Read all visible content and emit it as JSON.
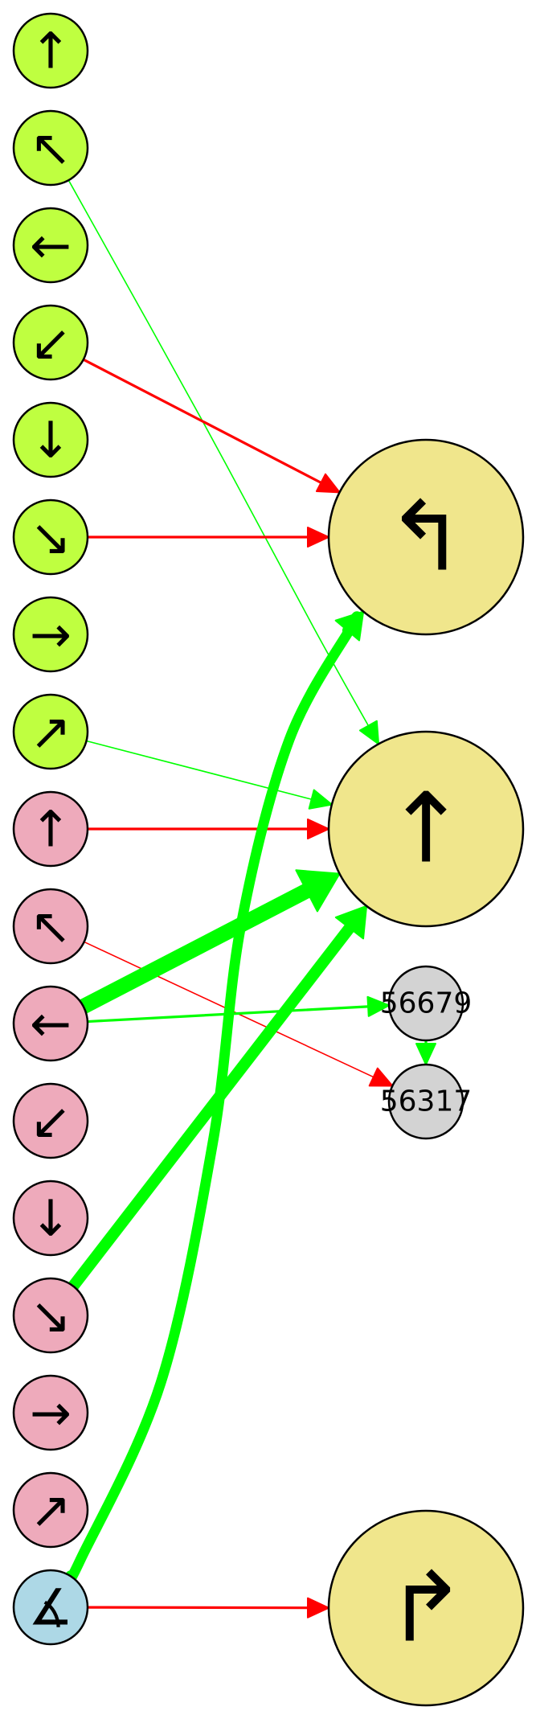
{
  "colors": {
    "green_node": "#bfff40",
    "pink_node": "#eeaabb",
    "blue_node": "#add8e6",
    "big_node": "#f0e68c",
    "gray_node": "#d3d3d3",
    "edge_green": "#00ff00",
    "edge_red": "#ff0000",
    "stroke": "#000000"
  },
  "left_nodes": [
    {
      "id": "g0",
      "glyph": "↑",
      "color": "green_node"
    },
    {
      "id": "g1",
      "glyph": "↖",
      "color": "green_node"
    },
    {
      "id": "g2",
      "glyph": "←",
      "color": "green_node"
    },
    {
      "id": "g3",
      "glyph": "↙",
      "color": "green_node"
    },
    {
      "id": "g4",
      "glyph": "↓",
      "color": "green_node"
    },
    {
      "id": "g5",
      "glyph": "↘",
      "color": "green_node"
    },
    {
      "id": "g6",
      "glyph": "→",
      "color": "green_node"
    },
    {
      "id": "g7",
      "glyph": "↗",
      "color": "green_node"
    },
    {
      "id": "p0",
      "glyph": "↑",
      "color": "pink_node"
    },
    {
      "id": "p1",
      "glyph": "↖",
      "color": "pink_node"
    },
    {
      "id": "p2",
      "glyph": "←",
      "color": "pink_node"
    },
    {
      "id": "p3",
      "glyph": "↙",
      "color": "pink_node"
    },
    {
      "id": "p4",
      "glyph": "↓",
      "color": "pink_node"
    },
    {
      "id": "p5",
      "glyph": "↘",
      "color": "pink_node"
    },
    {
      "id": "p6",
      "glyph": "→",
      "color": "pink_node"
    },
    {
      "id": "p7",
      "glyph": "↗",
      "color": "pink_node"
    },
    {
      "id": "b0",
      "glyph": "∡",
      "color": "blue_node"
    }
  ],
  "big_nodes": [
    {
      "id": "turn_left",
      "glyph": "↰"
    },
    {
      "id": "straight",
      "glyph": "↑"
    },
    {
      "id": "turn_right",
      "glyph": "↱"
    }
  ],
  "small_nodes": [
    {
      "id": "n56679",
      "label": "56679"
    },
    {
      "id": "n56317",
      "label": "56317"
    }
  ],
  "edges": [
    {
      "from": "g1",
      "to": "straight",
      "color": "edge_green",
      "weight": 1
    },
    {
      "from": "g3",
      "to": "turn_left",
      "color": "edge_red",
      "weight": 2
    },
    {
      "from": "g5",
      "to": "turn_left",
      "color": "edge_red",
      "weight": 2
    },
    {
      "from": "g7",
      "to": "straight",
      "color": "edge_green",
      "weight": 1
    },
    {
      "from": "p0",
      "to": "straight",
      "color": "edge_red",
      "weight": 2
    },
    {
      "from": "p1",
      "to": "n56317",
      "color": "edge_red",
      "weight": 1
    },
    {
      "from": "p2",
      "to": "straight",
      "color": "edge_green",
      "weight": 12
    },
    {
      "from": "p2",
      "to": "n56679",
      "color": "edge_green",
      "weight": 2
    },
    {
      "from": "p5",
      "to": "straight",
      "color": "edge_green",
      "weight": 9
    },
    {
      "from": "b0",
      "to": "turn_left",
      "color": "edge_green",
      "weight": 8
    },
    {
      "from": "b0",
      "to": "turn_right",
      "color": "edge_red",
      "weight": 2
    },
    {
      "from": "n56679",
      "to": "n56317",
      "color": "edge_green",
      "weight": 2
    }
  ]
}
